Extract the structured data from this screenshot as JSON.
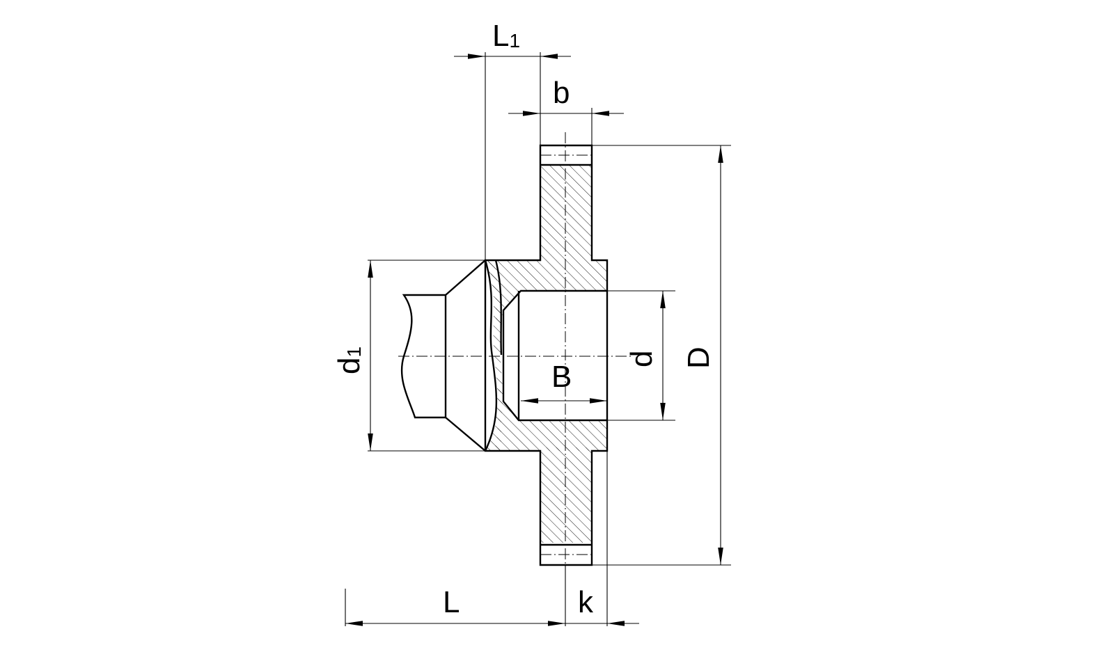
{
  "labels": {
    "L1_main": "L",
    "L1_sub": "1",
    "b": "b",
    "D": "D",
    "d": "d",
    "d1_main": "d",
    "d1_sub": "1",
    "B": "B",
    "L": "L",
    "k": "k"
  },
  "colors": {
    "line": "#000000",
    "background": "#ffffff"
  }
}
